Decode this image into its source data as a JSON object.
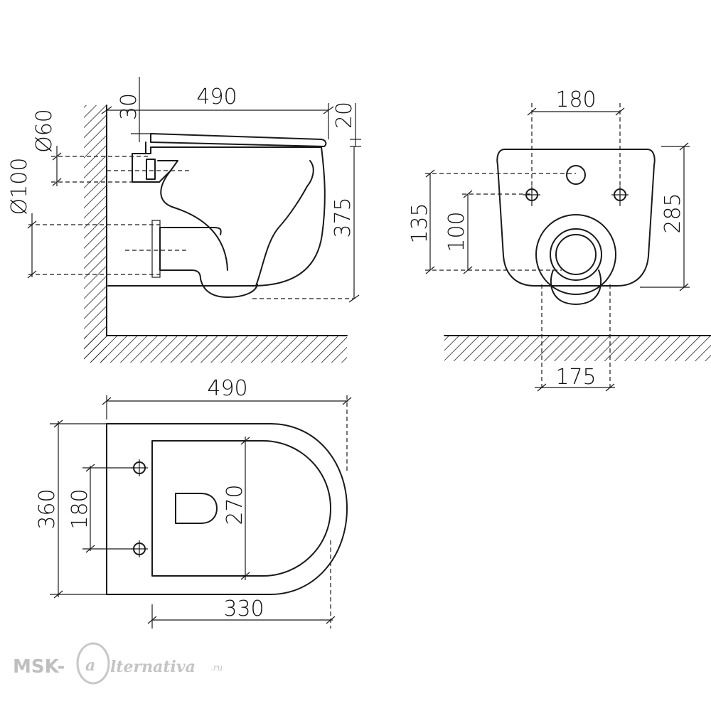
{
  "side_view": {
    "dim_depth_top": "490",
    "dim_30": "30",
    "dim_20": "20",
    "dim_dia60": "Ø60",
    "dim_dia100": "Ø100",
    "dim_375": "375"
  },
  "front_view": {
    "dim_180": "180",
    "dim_135": "135",
    "dim_100": "100",
    "dim_285": "285",
    "dim_175": "175"
  },
  "top_view": {
    "dim_490": "490",
    "dim_360": "360",
    "dim_180": "180",
    "dim_270": "270",
    "dim_330": "330"
  },
  "watermark": {
    "prefix": "MSK-",
    "letter": "a",
    "suffix": "lternativa",
    "tld": ".ru"
  }
}
